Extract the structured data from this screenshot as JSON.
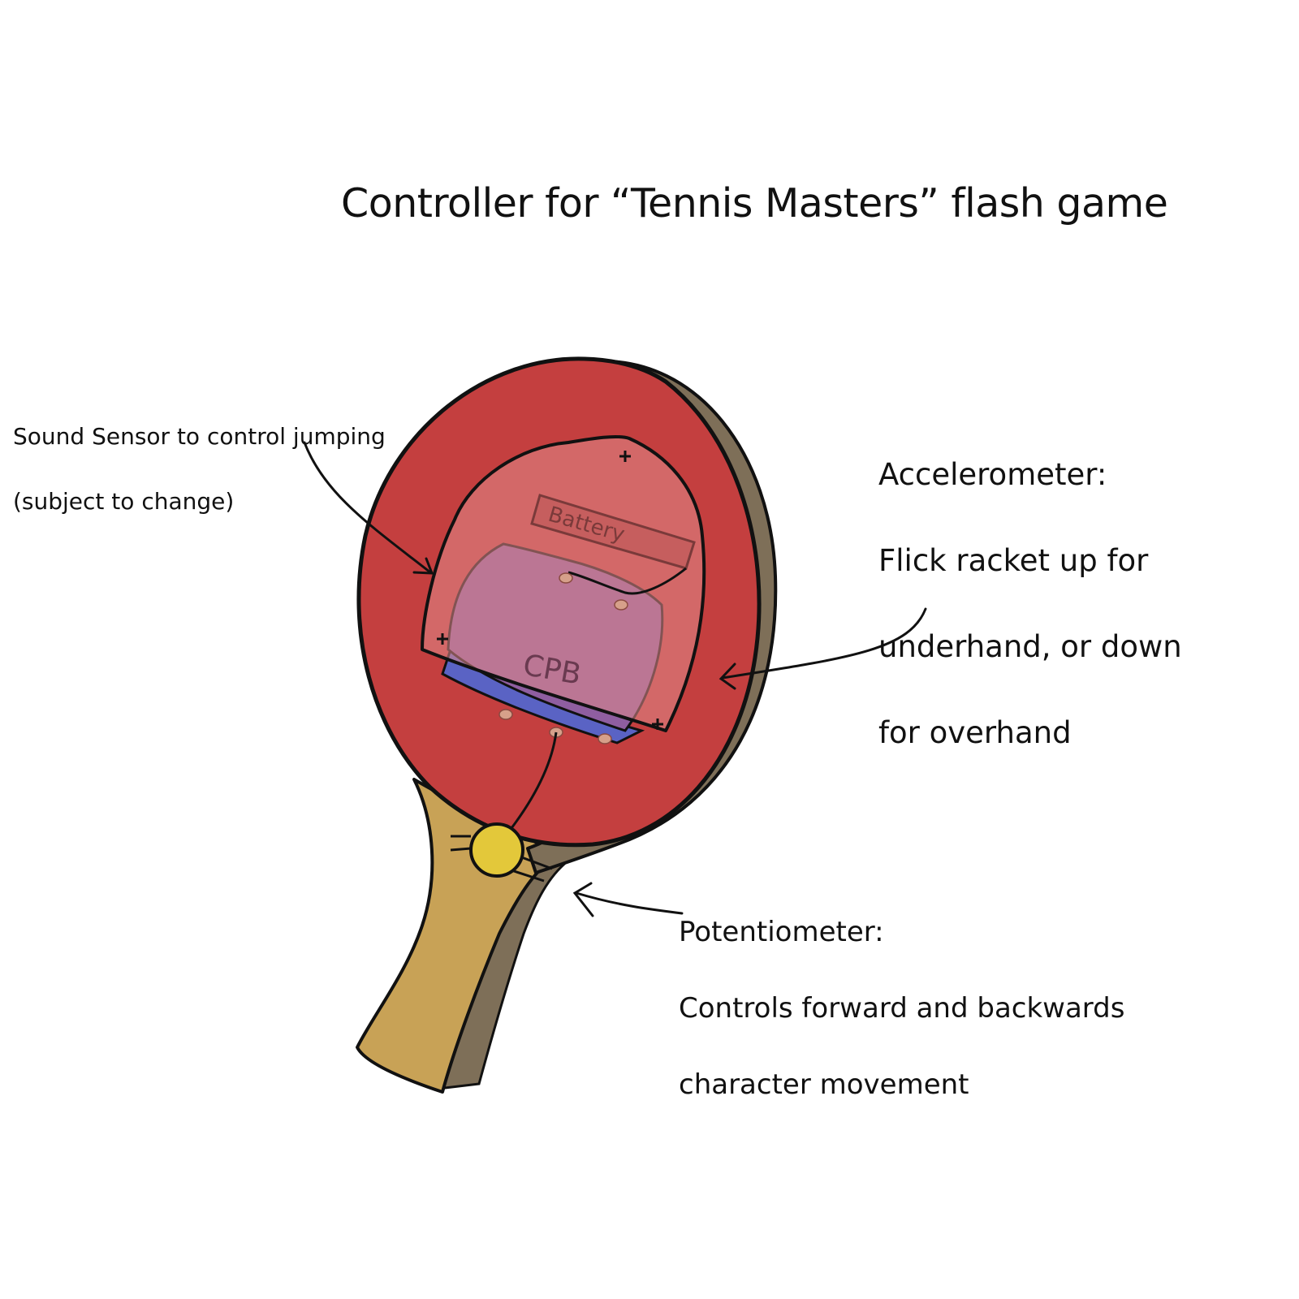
{
  "title": "Controller for “Tennis Masters” flash game",
  "labels": {
    "sound_sensor": {
      "line1": "Sound Sensor to control jumping",
      "line2": "(subject to change)"
    },
    "accelerometer": {
      "line1": "Accelerometer:",
      "line2": "Flick racket up for",
      "line3": "underhand, or down",
      "line4": "for overhand"
    },
    "potentiometer": {
      "line1": "Potentiometer:",
      "line2": "Controls forward and backwards",
      "line3": "character movement"
    }
  },
  "board_labels": {
    "battery": "Battery",
    "cpb": "CPB"
  },
  "colors": {
    "paddle_red": "#c43f3f",
    "paddle_edge": "#7e6f58",
    "handle": "#c8a256",
    "handle_shadow": "#7e6f58",
    "board_blue": "#5a63c4",
    "cover_translucent": "#e08a8a",
    "potentiometer_knob": "#e3c83a",
    "outline": "#111111"
  }
}
